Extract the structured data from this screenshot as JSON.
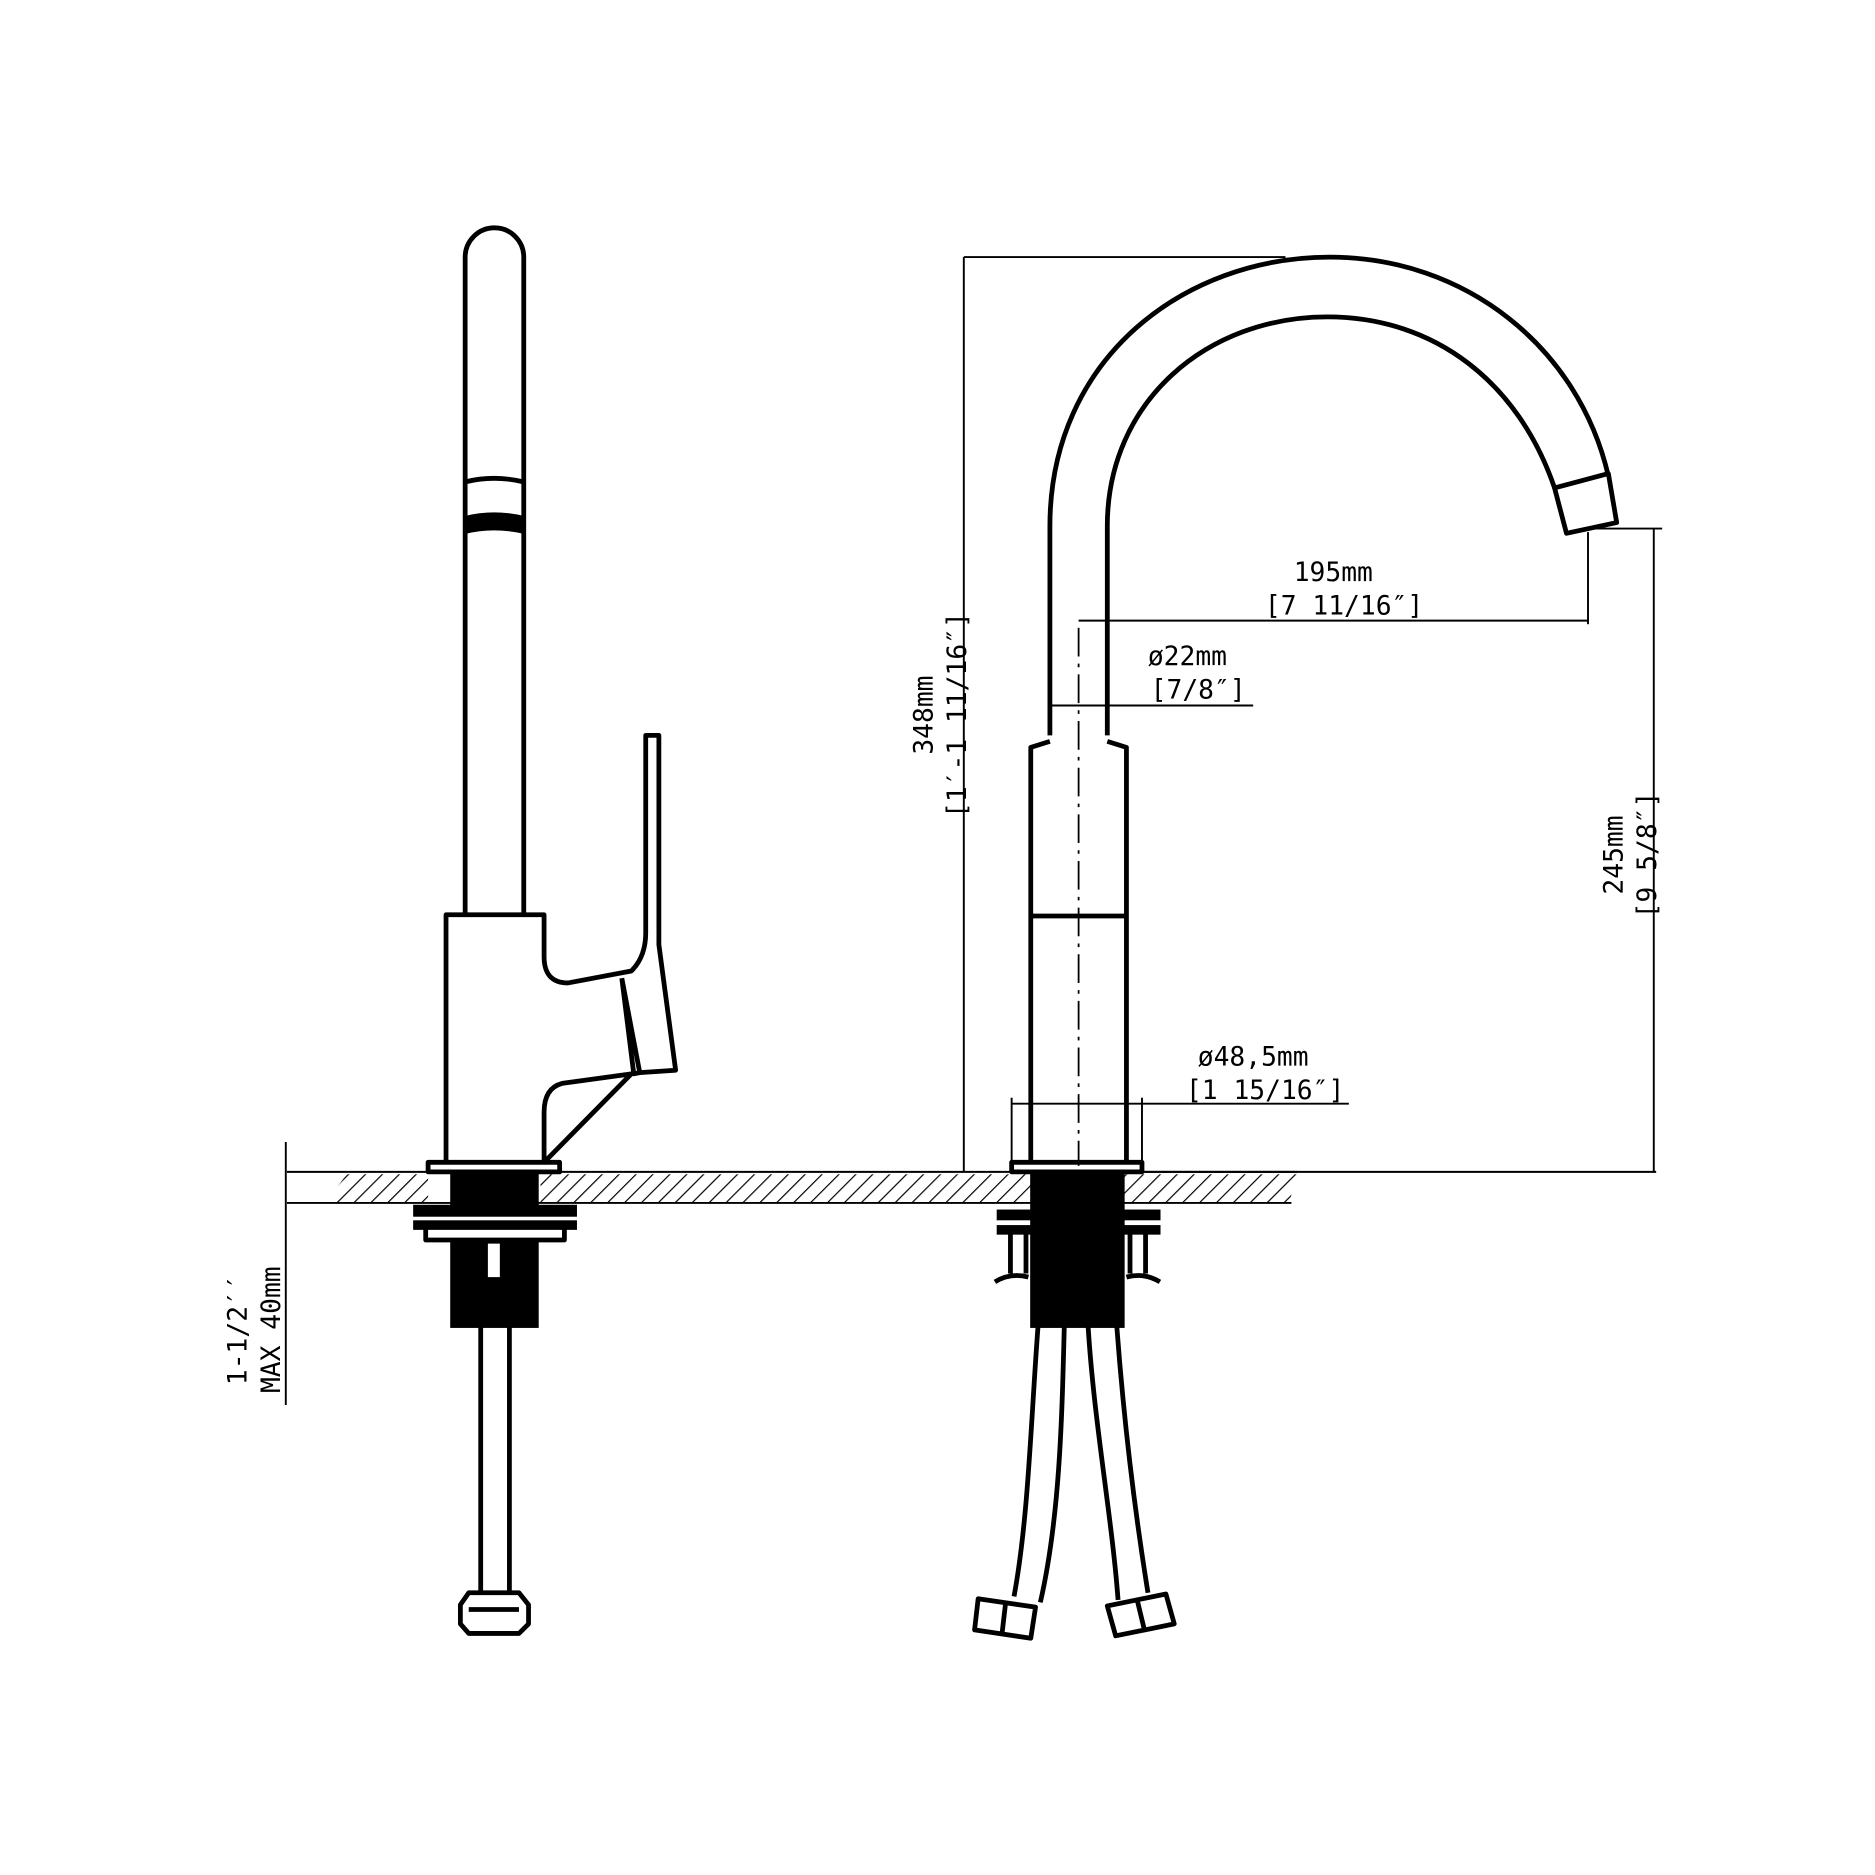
{
  "drawing": {
    "title": "Kitchen faucet dimension drawing",
    "dimensions": {
      "overall_height": {
        "metric": "348mm",
        "imperial": "[1′-1 11/16″]"
      },
      "spout_height": {
        "metric": "245mm",
        "imperial": "[9 5/8″]"
      },
      "spout_reach": {
        "metric": "195mm",
        "imperial": "[7 11/16″]"
      },
      "spout_diameter": {
        "metric": "ø22mm",
        "imperial": "[7/8″]"
      },
      "body_diameter": {
        "metric": "ø48,5mm",
        "imperial": "[1 15/16″]"
      },
      "max_deck_thickness": {
        "imperial": "1-1/2′′",
        "metric": "MAX  40mm"
      }
    }
  }
}
